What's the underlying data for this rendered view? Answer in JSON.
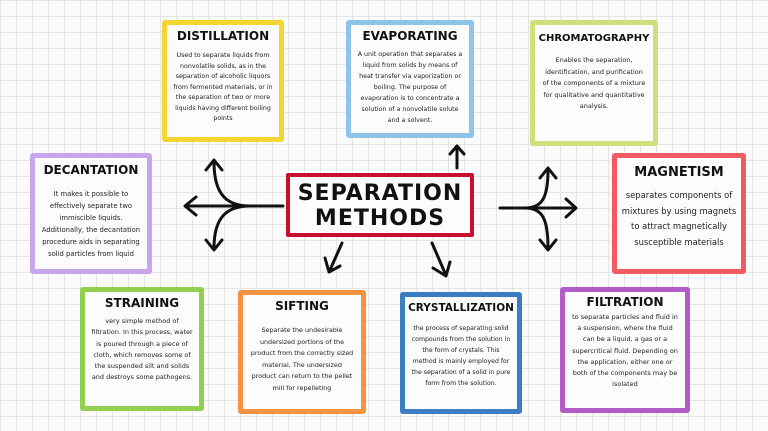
{
  "center_title": [
    "SEPARATION",
    "METHODS"
  ],
  "cards": {
    "distillation": {
      "title": "DISTILLATION",
      "text": "Used to separate liquids from nonvolatile solids, as in the separation of alcoholic liquors from fermented materials, or in the separation of two or more liquids having different boiling points",
      "color": "#f5d532"
    },
    "evaporating": {
      "title": "EVAPORATING",
      "text": "A unit operation that separates a liquid from solids by means of heat transfer via vaporization or boiling. The purpose of evaporation is to concentrate a solution of a nonvolatile solute and a solvent.",
      "color": "#8ec3ea"
    },
    "chromatography": {
      "title": "CHROMATOGRAPHY",
      "text": "Enables the separation, identification, and purification of the components of a mixture for qualitative and quantitative analysis.",
      "color": "#cfe07a"
    },
    "decantation": {
      "title": "DECANTATION",
      "text": "It makes it possible to effectively separate two immiscible liquids. Additionally, the decantation procedure aids in separating solid particles from liquid",
      "color": "#c8a6ec"
    },
    "magnetism": {
      "title": "MAGNETISM",
      "text": "separates components of mixtures by using magnets to attract magnetically susceptible materials",
      "color": "#f25b60"
    },
    "straining": {
      "title": "STRAINING",
      "text": "very simple method of filtration. In this process, water is poured through a piece of cloth, which removes some of the suspended silt and solids and destroys some pathogens.",
      "color": "#92cf4f"
    },
    "sifting": {
      "title": "SIFTING",
      "text": "Separate the undesirable undersized portions of the product from the correctly sized material. The undersized product can return to the pellet mill for repelleting",
      "color": "#f59342"
    },
    "crystallization": {
      "title": "CRYSTALLIZATION",
      "text": "the process of separating solid compounds from the solution in the form of crystals. This method is mainly employed for the separation of a solid in pure form from the solution.",
      "color": "#3a7ec1"
    },
    "filtration": {
      "title": "FILTRATION",
      "text": "to separate particles and fluid in a suspension, where the fluid can be a liquid, a gas or a supercritical fluid. Depending on the application, either one or both of the components may be isolated",
      "color": "#b15cc7"
    }
  }
}
